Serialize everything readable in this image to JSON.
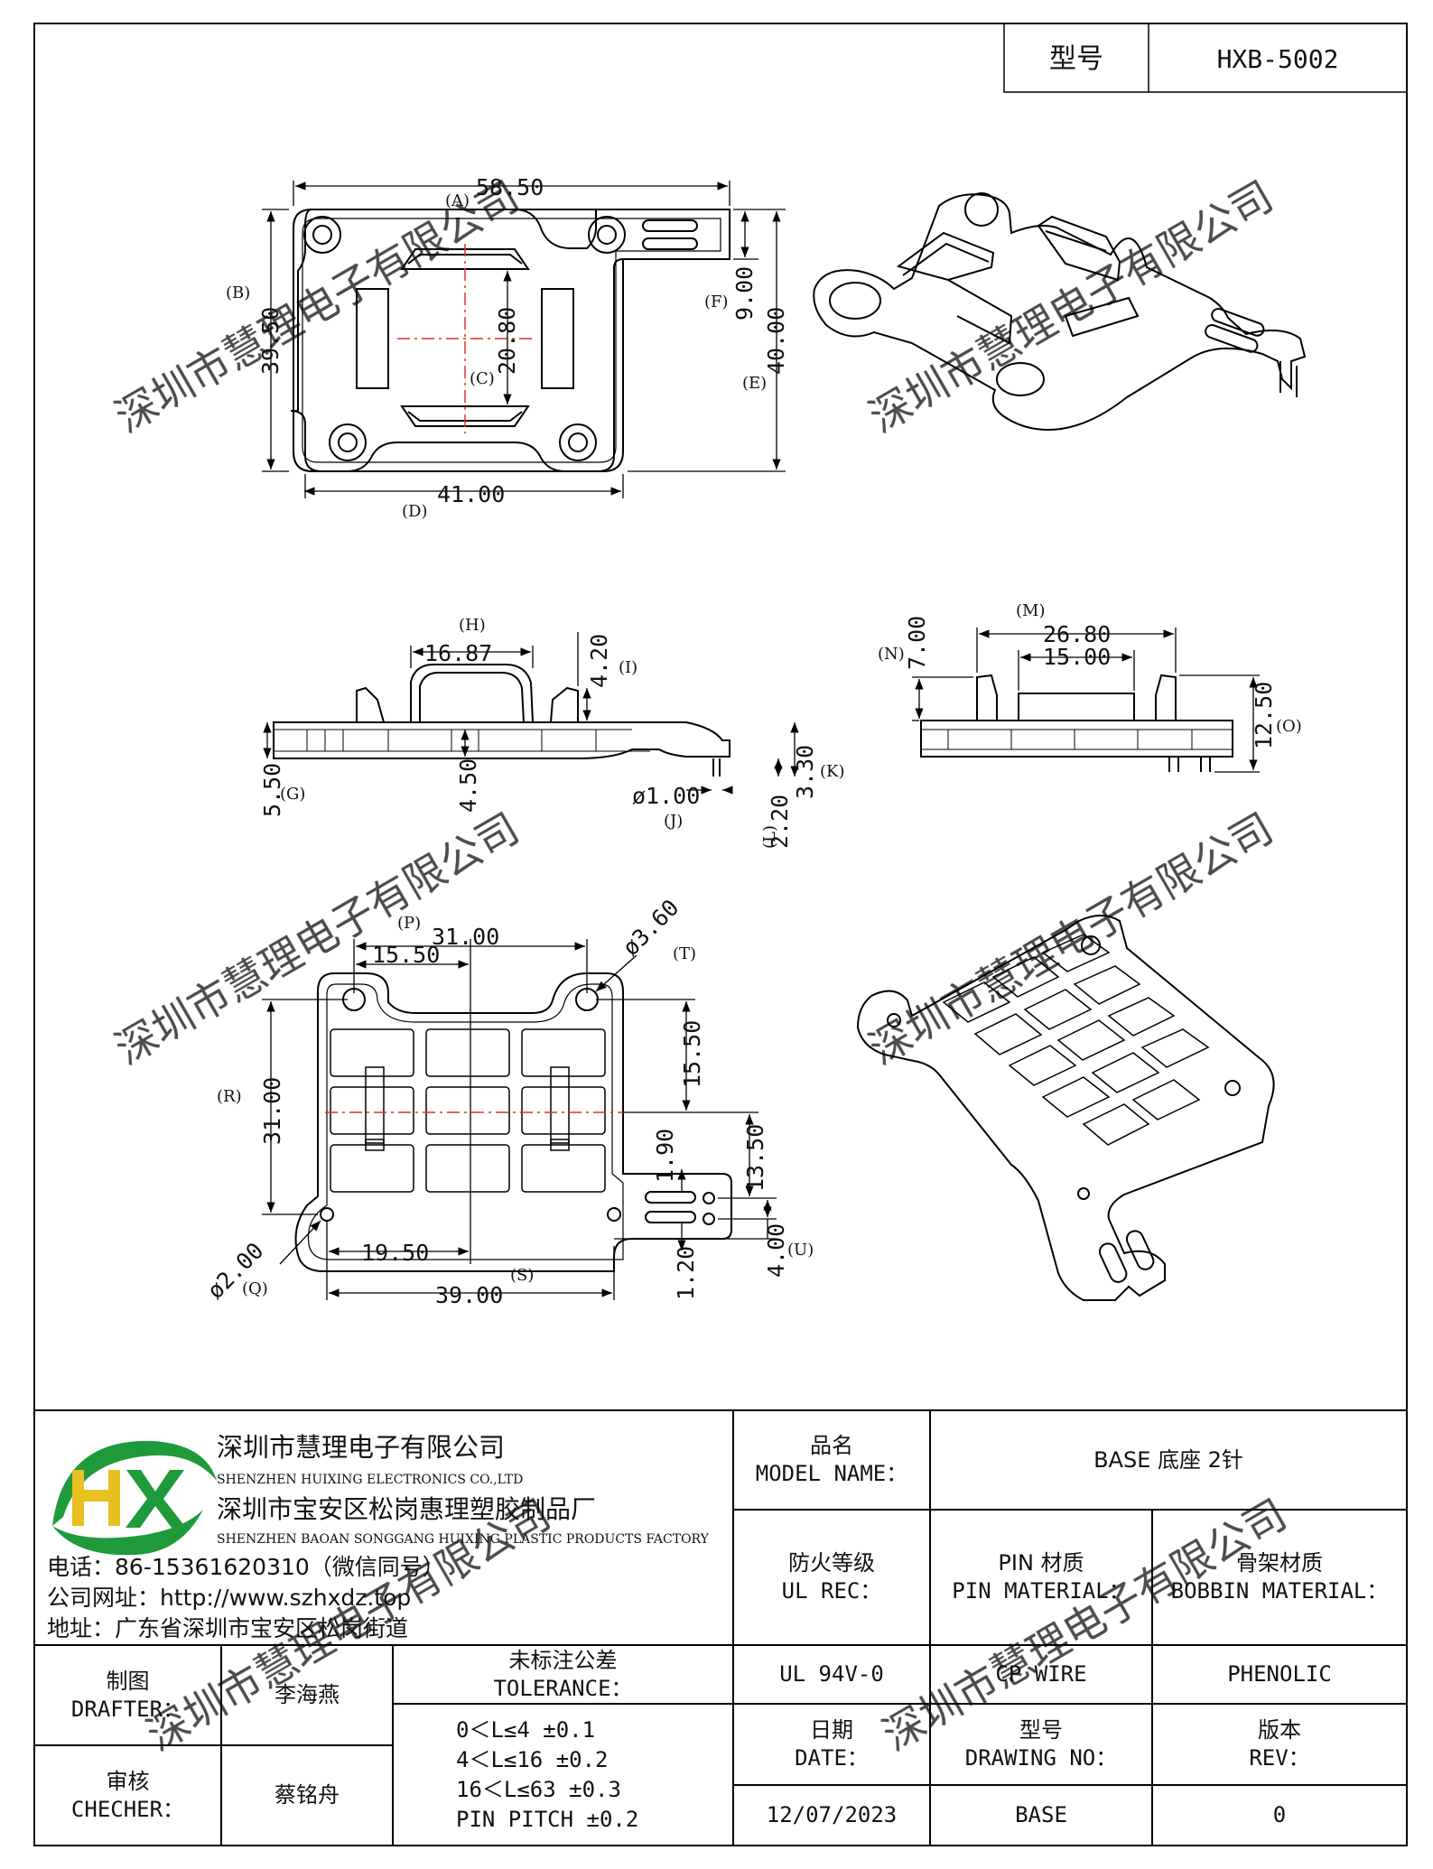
{
  "header": {
    "model_label": "型号",
    "model_value": "HXB-5002"
  },
  "watermark": {
    "text": "深圳市慧理电子有限公司",
    "color": "#bdbdbd"
  },
  "colors": {
    "line": "#000000",
    "centerline": "#e0302a",
    "logo_green": "#1e9a3a",
    "logo_yellow": "#e8c020"
  },
  "drawing": {
    "top_view": {
      "dims": {
        "A": {
          "tag": "(A)",
          "value": "58.50"
        },
        "B": {
          "tag": "(B)",
          "value": "39.50"
        },
        "C": {
          "tag": "(C)",
          "value": "20.80"
        },
        "D": {
          "tag": "(D)",
          "value": "41.00"
        },
        "E": {
          "tag": "(E)",
          "value": "40.00"
        },
        "F": {
          "tag": "(F)",
          "value": "9.00"
        }
      }
    },
    "front_view": {
      "dims": {
        "H": {
          "tag": "(H)",
          "value": "16.87"
        },
        "I": {
          "tag": "(I)",
          "value": "4.20"
        },
        "G": {
          "tag": "(G)",
          "value": "5.50"
        },
        "center": {
          "value": "4.50"
        },
        "J": {
          "tag": "(J)",
          "value": "ø1.00"
        },
        "L": {
          "tag": "(L)",
          "value": "2.20"
        },
        "K": {
          "tag": "(K)",
          "value": "3.30"
        }
      }
    },
    "side_view": {
      "dims": {
        "M": {
          "tag": "(M)",
          "value": "26.80"
        },
        "inner": {
          "value": "15.00"
        },
        "N": {
          "tag": "(N)",
          "value": "7.00"
        },
        "O": {
          "tag": "(O)",
          "value": "12.50"
        }
      }
    },
    "bottom_view": {
      "dims": {
        "P": {
          "tag": "(P)",
          "value": "31.00"
        },
        "half": {
          "value": "15.50"
        },
        "T": {
          "tag": "(T)",
          "value": "ø3.60"
        },
        "R": {
          "tag": "(R)",
          "value": "31.00"
        },
        "vert_half": {
          "value": "15.50"
        },
        "v1": {
          "value": "13.50"
        },
        "v2": {
          "value": "1.90"
        },
        "v3": {
          "value": "1.20"
        },
        "U": {
          "tag": "(U)",
          "value": "4.00"
        },
        "h1": {
          "value": "19.50"
        },
        "S": {
          "tag": "(S)",
          "value": "39.00"
        },
        "Q": {
          "tag": "(Q)",
          "value": "ø2.00"
        }
      }
    }
  },
  "title_block": {
    "company_cn": "深圳市慧理电子有限公司",
    "company_en": "SHENZHEN HUIXING ELECTRONICS CO.,LTD",
    "factory_cn": "深圳市宝安区松岗惠理塑胶制品厂",
    "factory_en": "SHENZHEN BAOAN SONGGANG HUIXING PLASTIC PRODUCTS FACTORY",
    "phone": "电话：86-15361620310（微信同号）",
    "website": "公司网址：http://www.szhxdz.top",
    "address": "地址：广东省深圳市宝安区松岗街道",
    "model_name_cn": "品名",
    "model_name_en": "MODEL NAME：",
    "model_name_value": "BASE 底座 2针",
    "ul_rec_cn": "防火等级",
    "ul_rec_en": "UL REC：",
    "pin_mat_cn": "PIN 材质",
    "pin_mat_en": "PIN MATERIAL：",
    "bobbin_mat_cn": "骨架材质",
    "bobbin_mat_en": "BOBBIN MATERIAL：",
    "ul_rec_value": "UL 94V-0",
    "pin_mat_value": "CP WIRE",
    "bobbin_mat_value": "PHENOLIC",
    "drafter_cn": "制图",
    "drafter_en": "DRAFTER：",
    "drafter_name": "李海燕",
    "checker_cn": "审核",
    "checker_en": "CHECHER：",
    "checker_name": "蔡铭舟",
    "tolerance_cn": "未标注公差",
    "tolerance_en": "TOLERANCE：",
    "tolerance_lines": [
      "0＜L≤4   ±0.1",
      "4＜L≤16 ±0.2",
      "16＜L≤63 ±0.3",
      "PIN PITCH ±0.2"
    ],
    "date_cn": "日期",
    "date_en": "DATE：",
    "date_value": "12/07/2023",
    "drawing_no_cn": "型号",
    "drawing_no_en": "DRAWING NO：",
    "drawing_no_value": "BASE",
    "rev_cn": "版本",
    "rev_en": "REV：",
    "rev_value": "0"
  }
}
